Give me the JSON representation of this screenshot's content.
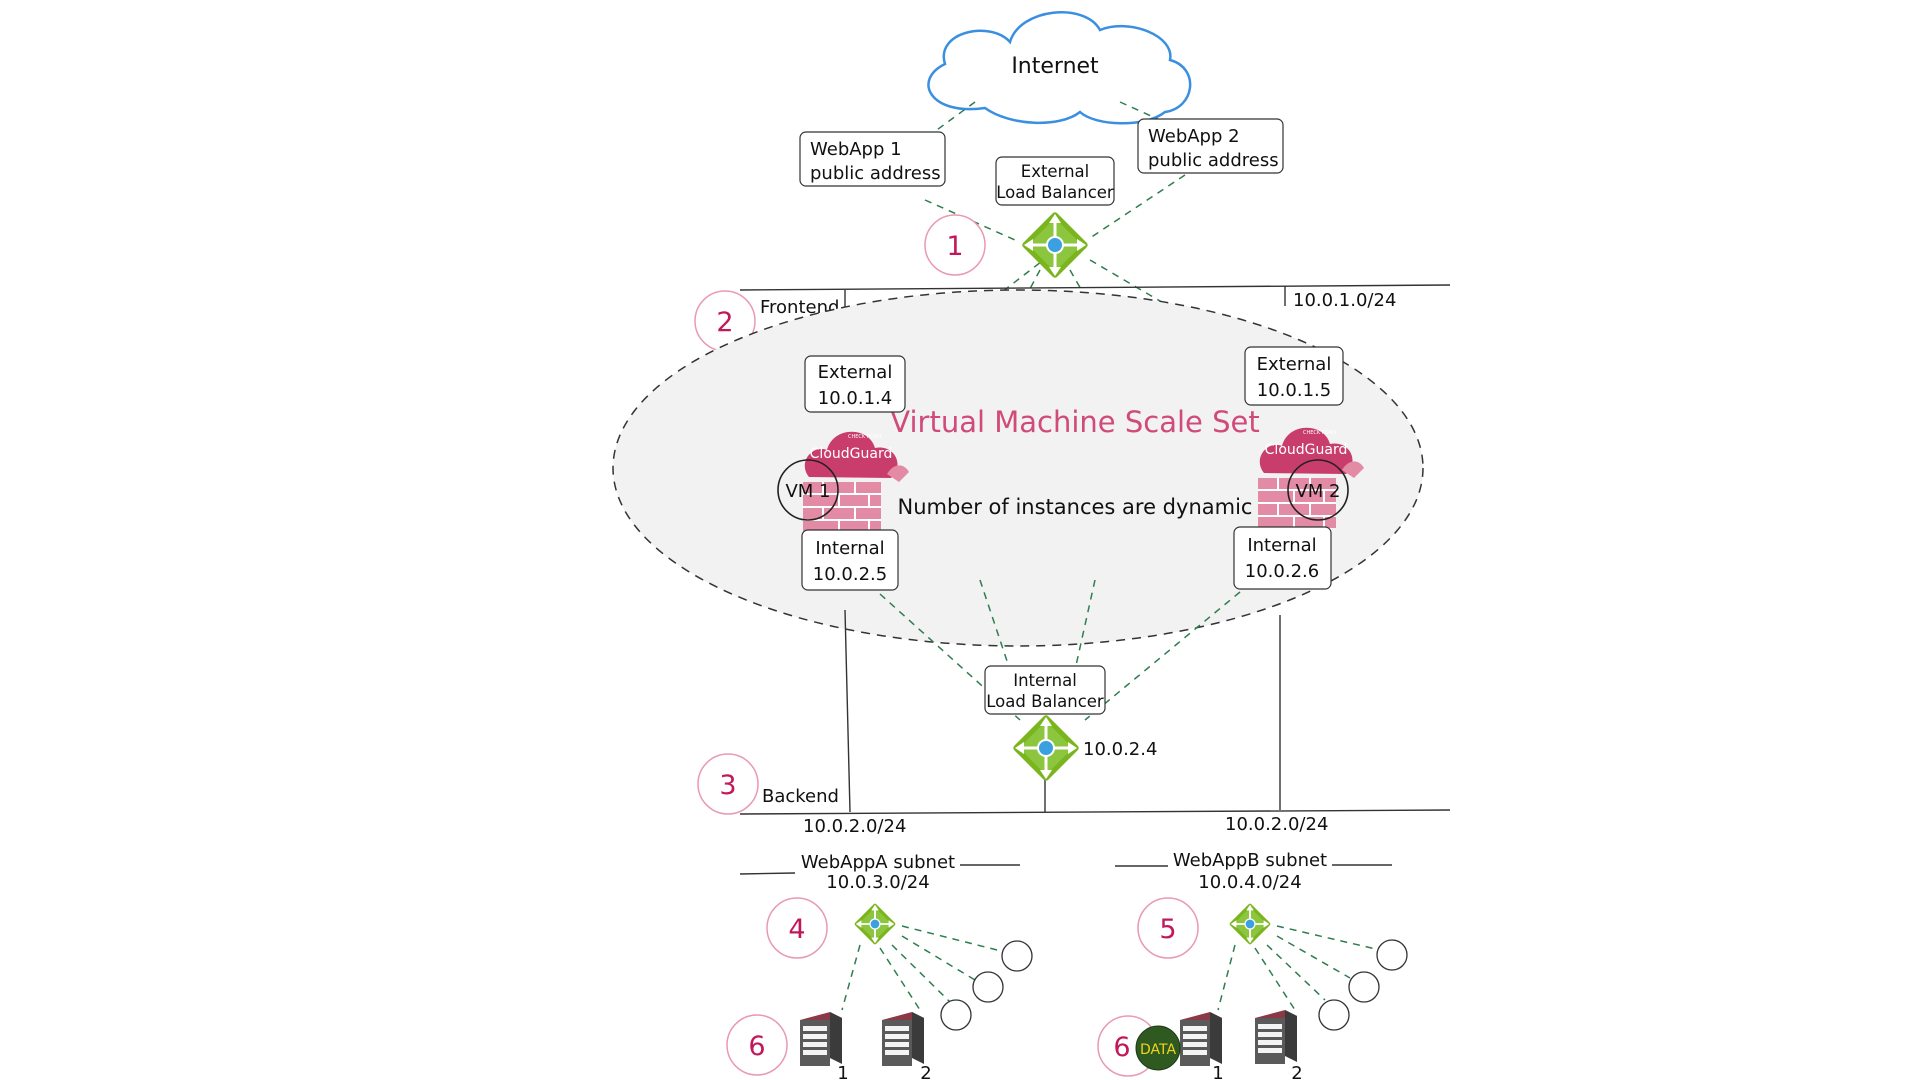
{
  "internet": {
    "label": "Internet"
  },
  "webapp1_public": {
    "line1": "WebApp 1",
    "line2": "public address"
  },
  "webapp2_public": {
    "line1": "WebApp 2",
    "line2": "public address"
  },
  "external_lb": {
    "line1": "External",
    "line2": "Load Balancer"
  },
  "internal_lb": {
    "line1": "Internal",
    "line2": "Load Balancer",
    "ip": "10.0.2.4"
  },
  "frontend": {
    "label": "Frontend",
    "cidr": "10.0.1.0/24"
  },
  "vmss": {
    "title": "Virtual Machine Scale Set",
    "subtitle": "Number of instances are dynamic"
  },
  "vm1": {
    "label": "VM 1",
    "external": {
      "line1": "External",
      "line2": "10.0.1.4"
    },
    "internal": {
      "line1": "Internal",
      "line2": "10.0.2.5"
    }
  },
  "vm2": {
    "label": "VM 2",
    "external": {
      "line1": "External",
      "line2": "10.0.1.5"
    },
    "internal": {
      "line1": "Internal",
      "line2": "10.0.2.6"
    }
  },
  "cloudguard": {
    "brand_small": "CHECK POINT",
    "brand": "CloudGuard"
  },
  "backend": {
    "label": "Backend",
    "cidr_left": "10.0.2.0/24",
    "cidr_right": "10.0.2.0/24"
  },
  "webappA": {
    "title": "WebAppA subnet",
    "cidr": "10.0.3.0/24"
  },
  "webappB": {
    "title": "WebAppB subnet",
    "cidr": "10.0.4.0/24"
  },
  "servers": {
    "a1": "1",
    "a2": "2",
    "b1": "1",
    "b2": "2"
  },
  "data_badge": {
    "label": "DATA"
  },
  "steps": [
    "1",
    "2",
    "3",
    "4",
    "5",
    "6",
    "6"
  ],
  "colors": {
    "accent": "#d04a7a",
    "badge_text": "#c2185b",
    "lb_green": "#7ab51d",
    "lb_blue": "#3aa0e0",
    "cloud_stroke": "#3b8fe0",
    "data_badge": "#2e5a22",
    "data_text": "#f2d21b"
  },
  "icons": {
    "load_balancer": "load-balancer-icon",
    "cloudguard": "cloudguard-firewall-icon",
    "server": "server-icon",
    "cloud": "cloud-icon"
  }
}
